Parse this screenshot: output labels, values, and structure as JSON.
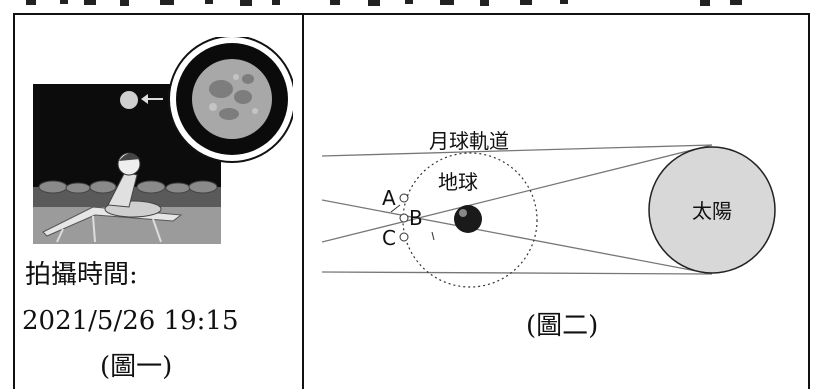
{
  "figure1": {
    "label": "拍攝時間:",
    "time": "2021/5/26 19:15",
    "caption": "(圖一)"
  },
  "figure2": {
    "orbit_label": "月球軌道",
    "earth_label": "地球",
    "sun_label": "太陽",
    "position_labels": [
      "A",
      "B",
      "C"
    ],
    "caption": "(圖二)"
  }
}
